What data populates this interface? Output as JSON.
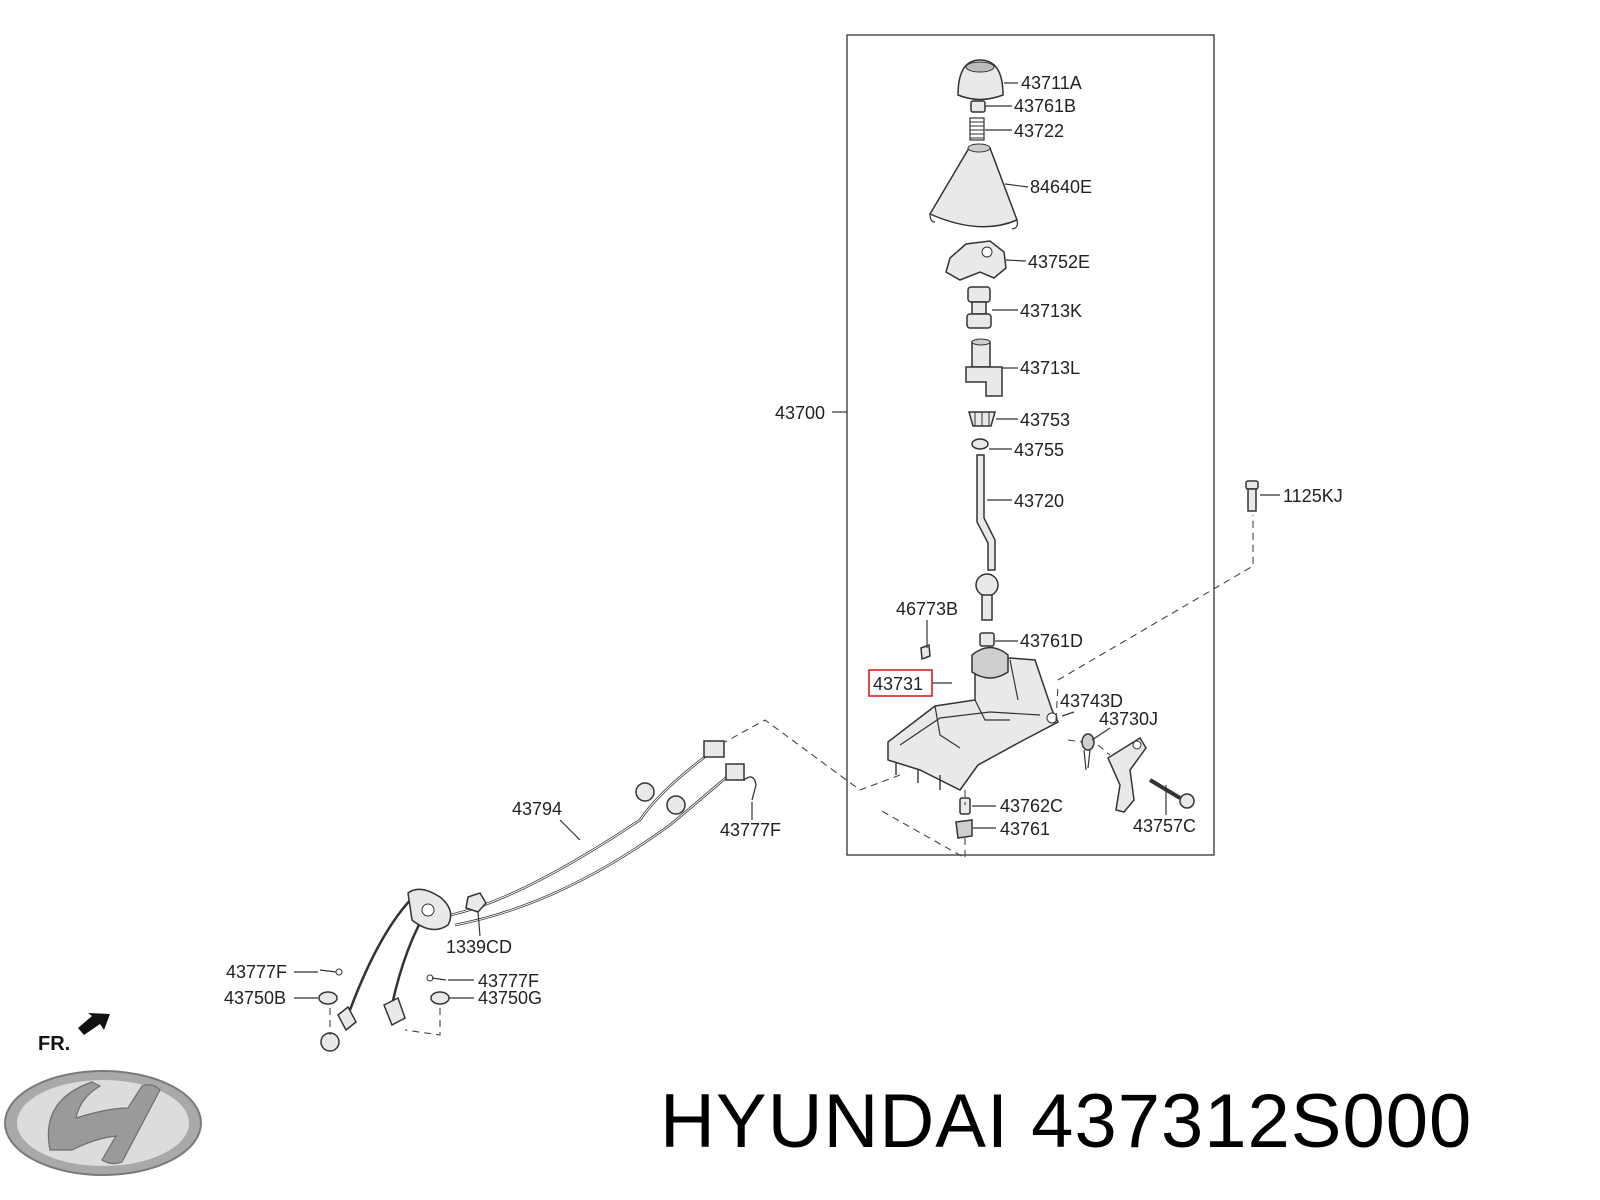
{
  "title": {
    "brand": "HYUNDAI",
    "part_number": "437312S000"
  },
  "direction_label": "FR.",
  "logo": "hyundai-logo",
  "highlight_color": "#d62020",
  "highlighted_part": "43731",
  "callouts": {
    "c43711A": "43711A",
    "c43761B": "43761B",
    "c43722": "43722",
    "c84640E": "84640E",
    "c43752E": "43752E",
    "c43713K": "43713K",
    "c43713L": "43713L",
    "c43700": "43700",
    "c43753": "43753",
    "c43755": "43755",
    "c43720": "43720",
    "c1125KJ": "1125KJ",
    "c46773B": "46773B",
    "c43761D": "43761D",
    "c43731": "43731",
    "c43743D": "43743D",
    "c43730J": "43730J",
    "c43762C": "43762C",
    "c43761": "43761",
    "c43757C": "43757C",
    "c43794": "43794",
    "c43777F_a": "43777F",
    "c1339CD": "1339CD",
    "c43777F_b": "43777F",
    "c43750B": "43750B",
    "c43777F_c": "43777F",
    "c43750G": "43750G"
  }
}
